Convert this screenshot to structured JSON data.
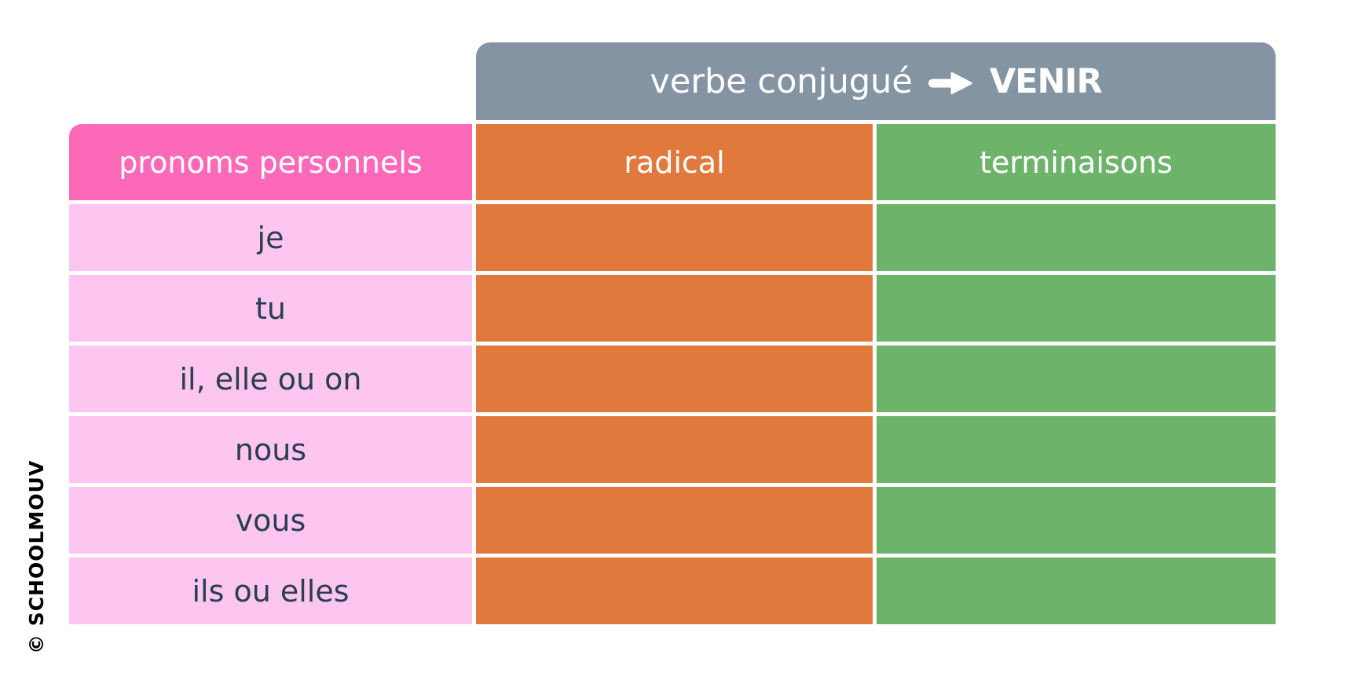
{
  "colors": {
    "background": "#FFFFFF",
    "banner_bg": "#8594A3",
    "pronoun_header_bg": "#FC69B9",
    "pronoun_cell_bg": "#FCC6F0",
    "radical_bg": "#E2793C",
    "terminaison_bg": "#6DB36A",
    "header_text": "#FFFFFF",
    "cell_text": "#2A3E50",
    "watermark_text": "#000000"
  },
  "banner": {
    "label": "verbe conjugué",
    "arrow_icon": "right-arrow",
    "verb": "VENIR"
  },
  "table": {
    "columns": [
      {
        "id": "pronouns",
        "label": "pronoms personnels"
      },
      {
        "id": "radical",
        "label": "radical"
      },
      {
        "id": "terminaisons",
        "label": "terminaisons"
      }
    ],
    "rows": [
      {
        "pronoun": "je",
        "radical": "",
        "terminaison": ""
      },
      {
        "pronoun": "tu",
        "radical": "",
        "terminaison": ""
      },
      {
        "pronoun": "il, elle ou on",
        "radical": "",
        "terminaison": ""
      },
      {
        "pronoun": "nous",
        "radical": "",
        "terminaison": ""
      },
      {
        "pronoun": "vous",
        "radical": "",
        "terminaison": ""
      },
      {
        "pronoun": "ils ou elles",
        "radical": "",
        "terminaison": ""
      }
    ]
  },
  "watermark": {
    "text": "© SCHOOLMOUV"
  }
}
